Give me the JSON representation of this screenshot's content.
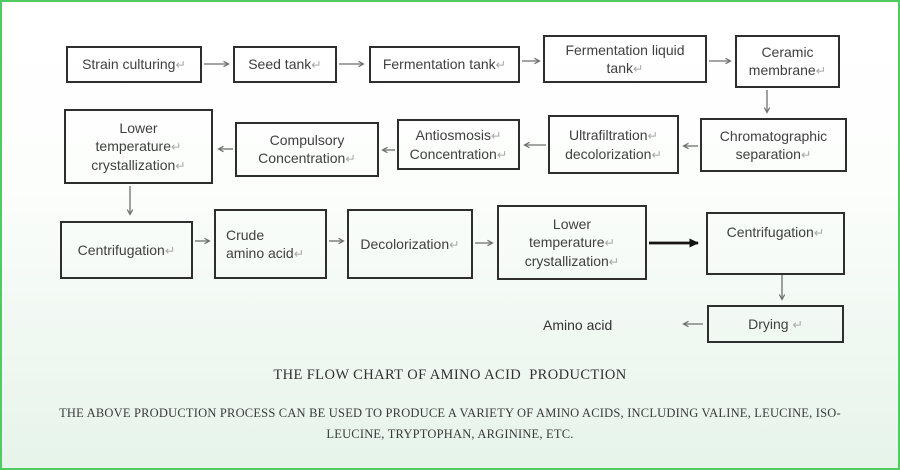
{
  "page": {
    "border_color": "#4fcb62",
    "background_top": "#ffffff",
    "background_bottom": "#e6f4ea",
    "box_border_color": "#2e2e2e",
    "box_text_color": "#404040",
    "return_mark_color": "#a9a9a9",
    "thin_arrow_color": "#6e6e6e",
    "bold_arrow_color": "#141414"
  },
  "title": "THE FLOW CHART OF AMINO ACID  PRODUCTION",
  "caption": {
    "line1": "THE ABOVE PRODUCTION PROCESS CAN BE USED TO PRODUCE A VARIETY OF AMINO ACIDS, INCLUDING VALINE, LEUCINE, ISO-",
    "line2": "LEUCINE, TRYPTOPHAN, ARGININE, ETC."
  },
  "flowchart": {
    "free_label": "Amino acid",
    "nodes": {
      "strain_culturing": {
        "l1": "Strain culturing",
        "m1": "↵"
      },
      "seed_tank": {
        "l1": "Seed tank",
        "m1": "↵"
      },
      "fermentation_tank": {
        "l1": "Fermentation tank",
        "m1": "↵"
      },
      "fermentation_liquid_tank": {
        "l1": "Fermentation liquid",
        "l2": "tank",
        "m2": "↵"
      },
      "ceramic_membrane": {
        "l1": "Ceramic",
        "l2": "membrane",
        "m2": "↵"
      },
      "chromatographic_separation": {
        "l1": "Chromatographic",
        "l2": "separation",
        "m2": "↵"
      },
      "ultrafiltration_decolorization": {
        "l1": "Ultrafiltration",
        "m1": "↵",
        "l2": "decolorization",
        "m2": "↵"
      },
      "antiosmosis_concentration": {
        "l1": "Antiosmosis",
        "m1": "↵",
        "l2": "Concentration",
        "m2": "↵"
      },
      "compulsory_concentration": {
        "l1": "Compulsory",
        "l2": "Concentration",
        "m2": "↵"
      },
      "lower_temperature_crystallization_1": {
        "l1": "Lower",
        "l2": "temperature",
        "m2": "↵",
        "l3": "crystallization",
        "m3": "↵"
      },
      "centrifugation_1": {
        "l1": "Centrifugation",
        "m1": "↵"
      },
      "crude_amino_acid": {
        "l1": "Crude",
        "l2": "amino acid",
        "m2": "↵"
      },
      "decolorization": {
        "l1": "Decolorization",
        "m1": "↵"
      },
      "lower_temperature_crystallization_2": {
        "l1": "Lower",
        "l2": "temperature",
        "m2": "↵",
        "l3": "crystallization",
        "m3": "↵"
      },
      "centrifugation_2": {
        "l1": "Centrifugation",
        "m1": "↵"
      },
      "drying": {
        "l1": "Drying ",
        "m1": "↵"
      }
    }
  }
}
